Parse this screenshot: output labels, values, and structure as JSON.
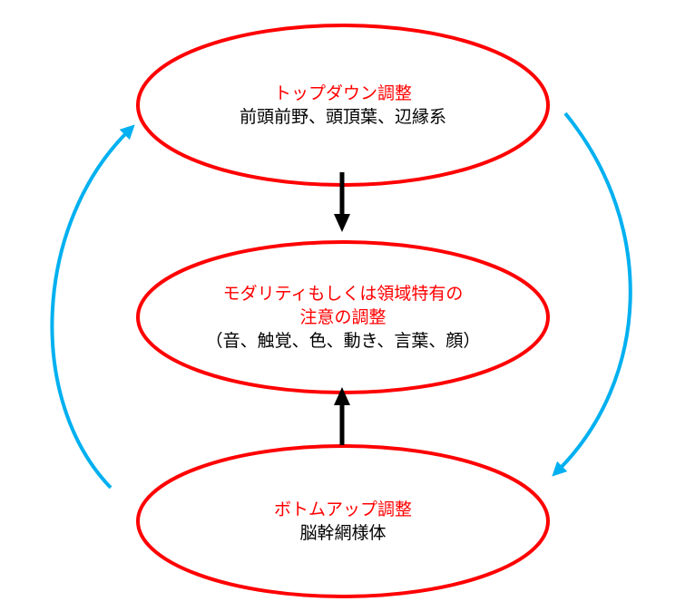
{
  "nodes": {
    "top": {
      "title": "トップダウン調整",
      "body": "前頭前野、頭頂葉、辺縁系"
    },
    "middle": {
      "title_line1": "モダリティもしくは領域特有の",
      "title_line2": "注意の調整",
      "body": "（音、触覚、色、動き、言葉、顔）"
    },
    "bottom": {
      "title": "ボトムアップ調整",
      "body": "脳幹網様体"
    }
  },
  "colors": {
    "ellipse_stroke": "#ff0000",
    "title_text": "#ff0000",
    "body_text": "#000000",
    "cycle_arrow": "#00b0f0",
    "vertical_arrow": "#000000"
  }
}
